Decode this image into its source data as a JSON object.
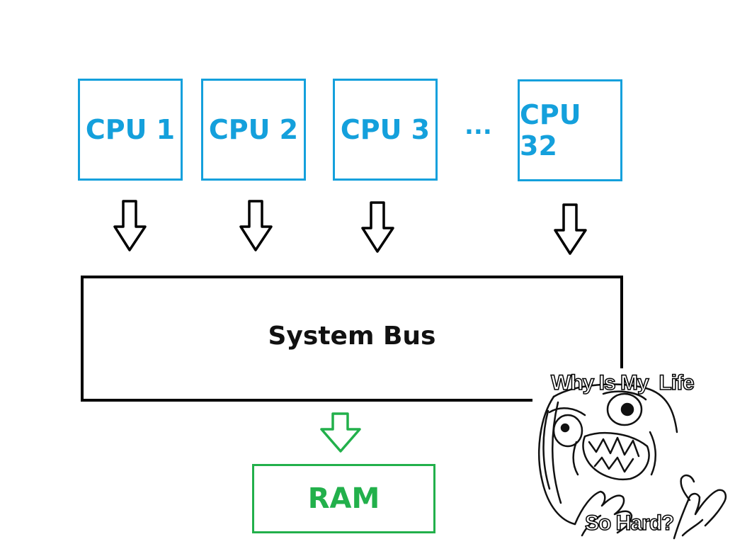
{
  "diagram": {
    "cpus": [
      {
        "label": "CPU 1"
      },
      {
        "label": "CPU 2"
      },
      {
        "label": "CPU 3"
      },
      {
        "label": "CPU 32"
      }
    ],
    "ellipsis": "...",
    "bus_label": "System Bus",
    "ram_label": "RAM",
    "colors": {
      "cpu": "#14a0dc",
      "bus": "#000000",
      "ram": "#22b04b"
    }
  },
  "meme": {
    "top_text": "Why Is My  Life",
    "bottom_text": "So Hard?",
    "icon": "rage-face-illustration"
  }
}
